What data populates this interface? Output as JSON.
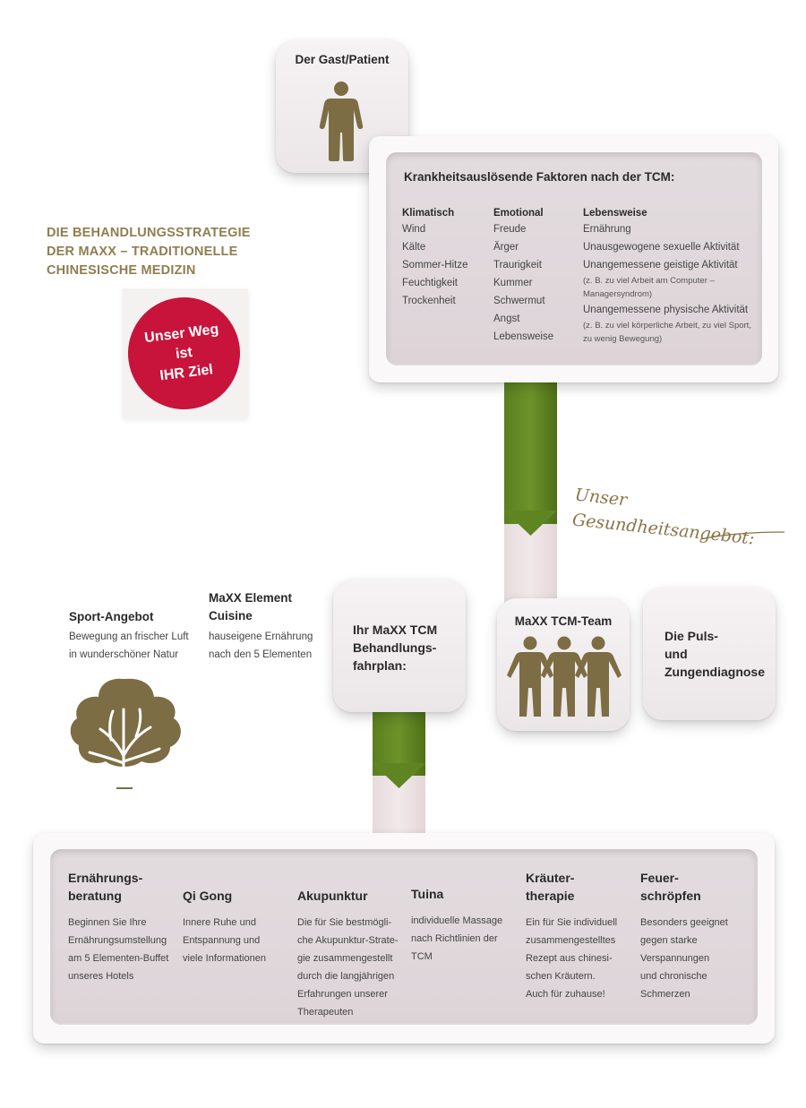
{
  "title": {
    "line1": "DIE BEHANDLUNGSSTRATEGIE",
    "line2": "DER MAXX – TRADITIONELLE",
    "line3": "CHINESISCHE MEDIZIN"
  },
  "badge": {
    "line1": "Unser Weg",
    "line2": "ist",
    "line3": "IHR Ziel",
    "color": "#c8133a"
  },
  "guest_card": {
    "label": "Der Gast/Patient",
    "icon": "person-icon"
  },
  "factors": {
    "heading": "Krankheitsauslösende Faktoren nach der TCM:",
    "columns": [
      {
        "heading": "Klimatisch",
        "items": [
          "Wind",
          "Kälte",
          "Sommer-Hitze",
          "Feuchtigkeit",
          "Trockenheit"
        ]
      },
      {
        "heading": "Emotional",
        "items": [
          "Freude",
          "Ärger",
          "Traurigkeit",
          "Kummer",
          "Schwermut",
          "Angst",
          "Lebensweise"
        ]
      }
    ],
    "lifestyle": {
      "heading": "Lebensweise",
      "item1": "Ernährung",
      "item2": "Unausgewogene sexuelle Aktivität",
      "item3": "Unangemessene geistige Aktivität",
      "note3a": "(z. B. zu viel Arbeit am Computer –",
      "note3b": "Managersyndrom)",
      "item4": "Unangemessene physische Aktivität",
      "note4a": "(z. B. zu viel körperliche Arbeit, zu viel Sport,",
      "note4b": "zu wenig Bewegung)"
    }
  },
  "script": {
    "line1": "Unser",
    "line2": "Gesundheitsangebot:"
  },
  "sport": {
    "heading": "Sport-Angebot",
    "line1": "Bewegung an frischer Luft",
    "line2": "in wunderschöner Natur",
    "icon": "tree-icon"
  },
  "cuisine": {
    "heading1": "MaXX Element",
    "heading2": "Cuisine",
    "line1": "hauseigene Ernährung",
    "line2": "nach den 5 Elementen"
  },
  "plan_card": {
    "line1": "Ihr MaXX TCM",
    "line2": "Behandlungs-",
    "line3": "fahrplan:"
  },
  "team_card": {
    "label": "MaXX TCM-Team",
    "icon": "team-icon"
  },
  "diagnosis_card": {
    "line1": "Die Puls-",
    "line2": "und",
    "line3": "Zungendiagnose"
  },
  "treatments": [
    {
      "h1": "Ernährungs-",
      "h2": "beratung",
      "lines": [
        "Beginnen Sie Ihre",
        "Ernährungsumstellung",
        "am 5 Elementen-Buffet",
        "unseres Hotels"
      ]
    },
    {
      "h1": "Qi Gong",
      "h2": "",
      "lines": [
        "Innere Ruhe und",
        "Entspannung und",
        "viele Informationen"
      ]
    },
    {
      "h1": "Akupunktur",
      "h2": "",
      "lines": [
        "Die für Sie bestmögli-",
        "che Akupunktur-Strate-",
        "gie zusammengestellt",
        "durch die langjährigen",
        "Erfahrungen unserer",
        "Therapeuten"
      ]
    },
    {
      "h1": "Tuina",
      "h2": "",
      "lines": [
        "individuelle Massage",
        "nach Richtlinien der",
        "TCM"
      ]
    },
    {
      "h1": "Kräuter-",
      "h2": "therapie",
      "lines": [
        "Ein für Sie individuell",
        "zusammengestelltes",
        "Rezept aus chinesi-",
        "schen Kräutern.",
        "Auch für zuhause!"
      ]
    },
    {
      "h1": "Feuer-",
      "h2": "schröpfen",
      "lines": [
        "Besonders geeignet",
        "gegen starke",
        "Verspannungen",
        "und chronische",
        "Schmerzen"
      ]
    }
  ],
  "colors": {
    "gold": "#8f7e51",
    "icon_brown": "#7d6d44",
    "green": "#5a7f1f",
    "red": "#c8133a"
  }
}
